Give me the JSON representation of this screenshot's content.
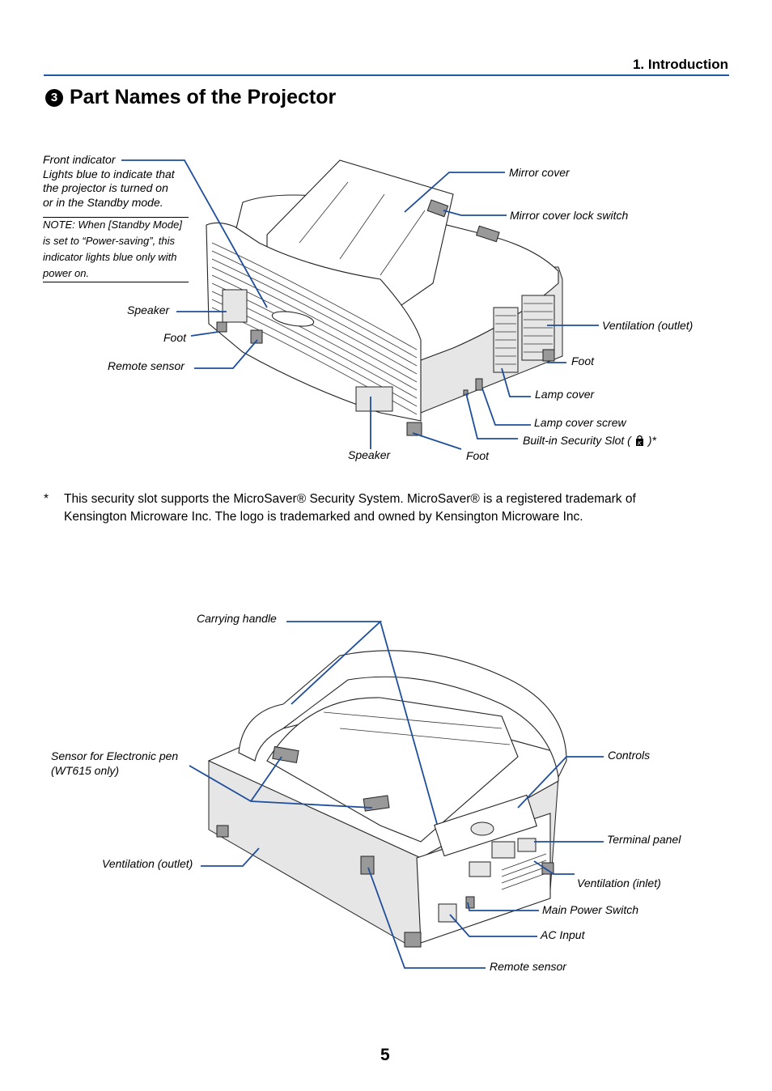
{
  "header": {
    "section": "1. Introduction"
  },
  "title": {
    "number": "3",
    "text": "Part Names of the Projector"
  },
  "front_view": {
    "front_indicator": "Front indicator",
    "front_indicator_desc": [
      "Lights blue to indicate that",
      "the projector is turned on",
      "or in the Standby mode."
    ],
    "note": [
      "NOTE: When [Standby Mode]",
      "is set to “Power-saving”, this",
      "indicator lights blue only with",
      "power on."
    ],
    "speaker_left": "Speaker",
    "foot_left": "Foot",
    "remote_sensor": "Remote sensor",
    "speaker_bottom": "Speaker",
    "foot_bottom": "Foot",
    "mirror_cover": "Mirror cover",
    "mirror_cover_lock": "Mirror cover lock switch",
    "ventilation_outlet": "Ventilation (outlet)",
    "foot_right": "Foot",
    "lamp_cover": "Lamp cover",
    "lamp_cover_screw": "Lamp cover screw",
    "security_slot_prefix": "Built-in Security Slot (",
    "security_slot_suffix": ")*"
  },
  "footnote": {
    "mark": "*",
    "lines": [
      "This security slot supports the MicroSaver® Security System. MicroSaver® is a registered trademark of",
      "Kensington Microware Inc. The logo is trademarked and owned by Kensington Microware Inc."
    ]
  },
  "rear_view": {
    "carrying_handle": "Carrying handle",
    "sensor_pen": [
      "Sensor for Electronic pen",
      "(WT615 only)"
    ],
    "controls": "Controls",
    "terminal_panel": "Terminal panel",
    "ventilation_outlet": "Ventilation (outlet)",
    "ventilation_inlet": "Ventilation (inlet)",
    "main_power_switch": "Main Power Switch",
    "ac_input": "AC Input",
    "remote_sensor": "Remote sensor"
  },
  "page_number": "5"
}
